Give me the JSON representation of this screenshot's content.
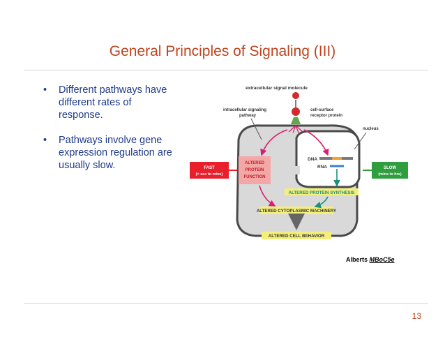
{
  "slide": {
    "title": "General Principles of Signaling (III)",
    "bullets": [
      "Different pathways have different rates of response.",
      "Pathways involve gene expression regulation are usually slow."
    ],
    "page_number": "13"
  },
  "figure": {
    "extracellular_label": "extracellular signal molecule",
    "intracellular_label_1": "intracellular signaling",
    "intracellular_label_2": "pathway",
    "receptor_label_1": "cell-surface",
    "receptor_label_2": "receptor protein",
    "nucleus_label": "nucleus",
    "dna_label": "DNA",
    "rna_label": "RNA",
    "altered_function_1": "ALTERED",
    "altered_function_2": "PROTEIN",
    "altered_function_3": "FUNCTION",
    "protein_synthesis_label": "ALTERED PROTEIN SYNTHESIS",
    "cytoplasmic_label": "ALTERED CYTOPLASMIC MACHINERY",
    "behavior_label": "ALTERED CELL BEHAVIOR",
    "fast_label_1": "FAST",
    "fast_label_2": "(< sec to mins)",
    "slow_label_1": "SLOW",
    "slow_label_2": "(mins to hrs)",
    "colors": {
      "fast_red": "#e8202c",
      "slow_green": "#2e9e3e",
      "cell_gray": "#d9d9d9",
      "highlight_yellow": "#f3ef7a",
      "arrow_magenta": "#d61f6e",
      "arrow_teal": "#1a8f7a"
    }
  },
  "citation": {
    "author": "Alberts",
    "work": "MBoC5e"
  }
}
